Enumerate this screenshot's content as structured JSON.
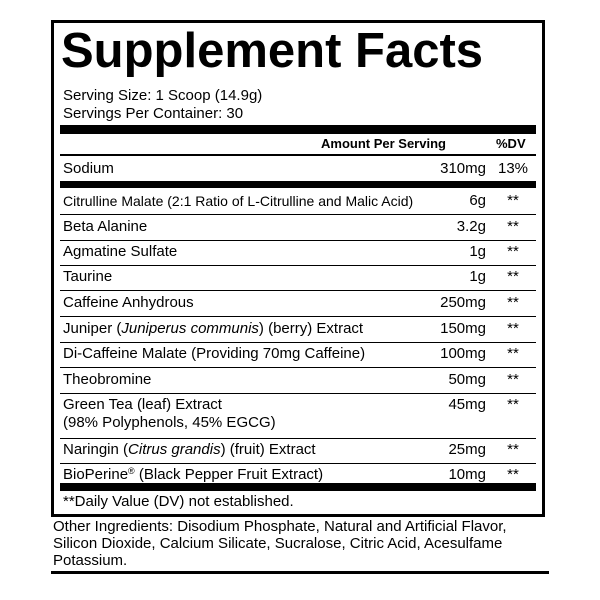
{
  "panel": {
    "title": "Supplement Facts",
    "serving_size": "Serving Size: 1 Scoop (14.9g)",
    "servings_per_container": "Servings Per Container: 30",
    "header_amount": "Amount Per Serving",
    "header_dv": "%DV",
    "rows": [
      {
        "name": "Sodium",
        "amount": "310mg",
        "dv": "13%"
      },
      {
        "name": "Citrulline Malate (2:1 Ratio of L-Citrulline and Malic Acid)",
        "amount": "6g",
        "dv": "**"
      },
      {
        "name": "Beta Alanine",
        "amount": "3.2g",
        "dv": "**"
      },
      {
        "name": "Agmatine Sulfate",
        "amount": "1g",
        "dv": "**"
      },
      {
        "name": "Taurine",
        "amount": "1g",
        "dv": "**"
      },
      {
        "name": "Caffeine Anhydrous",
        "amount": "250mg",
        "dv": "**"
      },
      {
        "name_pre": "Juniper (",
        "name_italic": "Juniperus communis",
        "name_post": ") (berry) Extract",
        "amount": "150mg",
        "dv": "**"
      },
      {
        "name": "Di-Caffeine Malate (Providing 70mg Caffeine)",
        "amount": "100mg",
        "dv": "**"
      },
      {
        "name": "Theobromine",
        "amount": "50mg",
        "dv": "**"
      },
      {
        "name_line1": "Green Tea (leaf) Extract",
        "name_line2": "(98% Polyphenols, 45% EGCG)",
        "amount": "45mg",
        "dv": "**"
      },
      {
        "name_pre": "Naringin (",
        "name_italic": "Citrus grandis",
        "name_post": ") (fruit) Extract",
        "amount": "25mg",
        "dv": "**"
      },
      {
        "name_pre": "BioPerine",
        "name_sup": "®",
        "name_post": " (Black Pepper Fruit Extract)",
        "amount": "10mg",
        "dv": "**"
      }
    ],
    "footnote": "**Daily Value (DV) not established."
  },
  "other_ingredients": "Other Ingredients: Disodium Phosphate, Natural and Artificial Flavor, Silicon Dioxide, Calcium Silicate, Sucralose, Citric Acid, Acesulfame Potassium."
}
